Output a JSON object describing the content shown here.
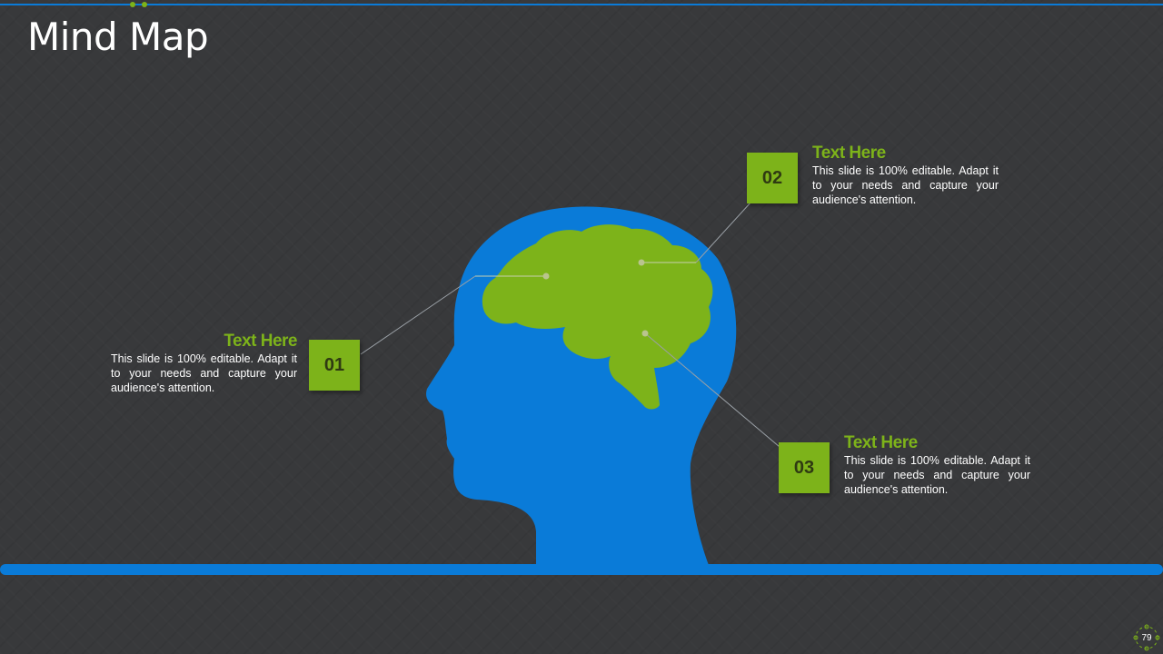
{
  "slide": {
    "title": "Mind Map",
    "page_number": "79"
  },
  "items": [
    {
      "number": "01",
      "heading": "Text Here",
      "body": "This slide is 100% editable. Adapt it to your needs and capture your audience's attention."
    },
    {
      "number": "02",
      "heading": "Text Here",
      "body": "This slide is 100% editable. Adapt it to your needs and capture your audience's attention."
    },
    {
      "number": "03",
      "heading": "Text Here",
      "body": "This slide is 100% editable. Adapt it to your needs and capture your audience's attention."
    }
  ],
  "colors": {
    "background": "#38393b",
    "accent_blue": "#0a7bd8",
    "accent_green": "#7db31a",
    "text": "#ffffff"
  }
}
